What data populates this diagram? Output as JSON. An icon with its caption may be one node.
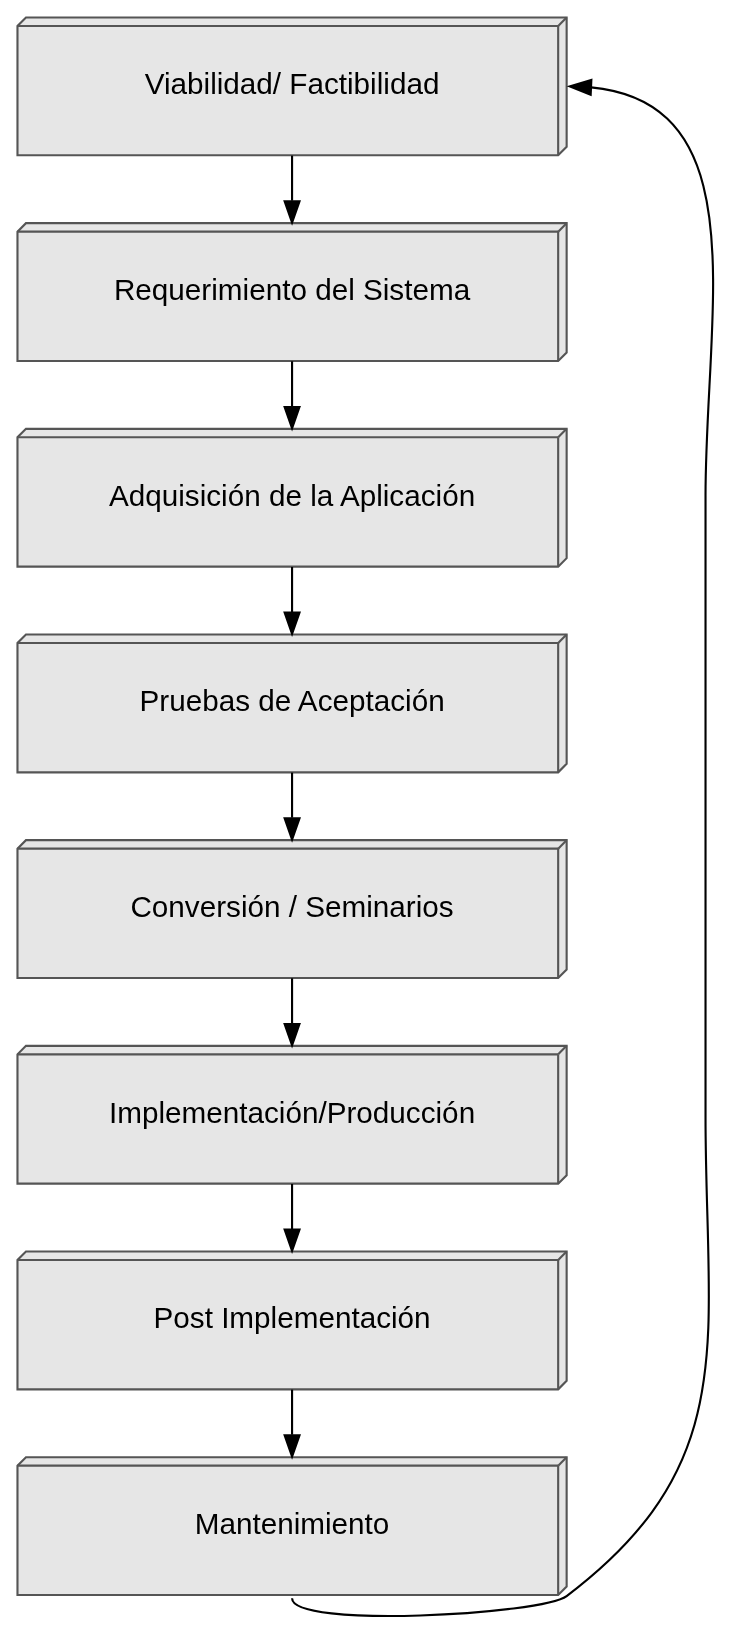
{
  "diagram": {
    "nodes": [
      {
        "text": [
          "Viabilidad/ Factibilidad"
        ]
      },
      {
        "text": [
          "Requerimiento del Sistema"
        ]
      },
      {
        "text": [
          "Adquisición de la Aplicación"
        ]
      },
      {
        "text": [
          "Pruebas de Aceptación"
        ]
      },
      {
        "text": [
          "Conversión / Seminarios"
        ]
      },
      {
        "text": [
          "Implementación/Producción"
        ]
      },
      {
        "text": [
          "Post Implementación"
        ]
      },
      {
        "text": [
          "Mantenimiento"
        ]
      }
    ],
    "edges": [
      {
        "from": 0,
        "to": 1,
        "arrow": "to"
      },
      {
        "from": 1,
        "to": 2,
        "arrow": "to"
      },
      {
        "from": 2,
        "to": 3,
        "arrow": "to"
      },
      {
        "from": 3,
        "to": 4,
        "arrow": "to"
      },
      {
        "from": 4,
        "to": 5,
        "arrow": "to"
      },
      {
        "from": 5,
        "to": 6,
        "arrow": "to"
      },
      {
        "from": 6,
        "to": 7,
        "arrow": "to"
      },
      {
        "from": 7,
        "to": 0,
        "arrow": "to"
      }
    ]
  }
}
